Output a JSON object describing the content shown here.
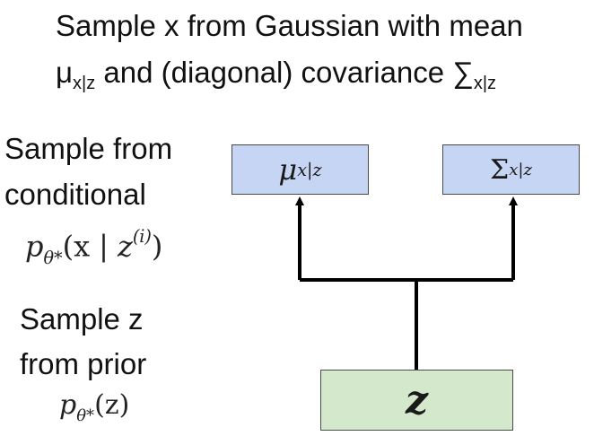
{
  "title": {
    "line1": "Sample x from Gaussian with mean",
    "line2_mu": "μ",
    "line2_mu_sub": "x|z",
    "line2_mid": " and (diagonal) covariance ",
    "line2_sigma": "∑",
    "line2_sigma_sub": "x|z"
  },
  "left_top": {
    "line1": "Sample from",
    "line2": "conditional",
    "formula_p": "p",
    "formula_sub": "θ*",
    "formula_open": "(x",
    "formula_bar": "|",
    "formula_z": "z",
    "formula_sup": "(i)",
    "formula_close": ")"
  },
  "left_bottom": {
    "line1": "Sample z",
    "line2": "from prior",
    "formula_p": "p",
    "formula_sub": "θ*",
    "formula_arg": "(z)"
  },
  "boxes": {
    "mu": {
      "symbol": "μ",
      "sub": "x|z"
    },
    "sigma": {
      "symbol": "Σ",
      "sub": "x|z"
    },
    "z": {
      "symbol": "z"
    }
  },
  "colors": {
    "output_box_fill": "#c5d5f3",
    "latent_box_fill": "#d4e8cc",
    "connector": "#000000"
  }
}
